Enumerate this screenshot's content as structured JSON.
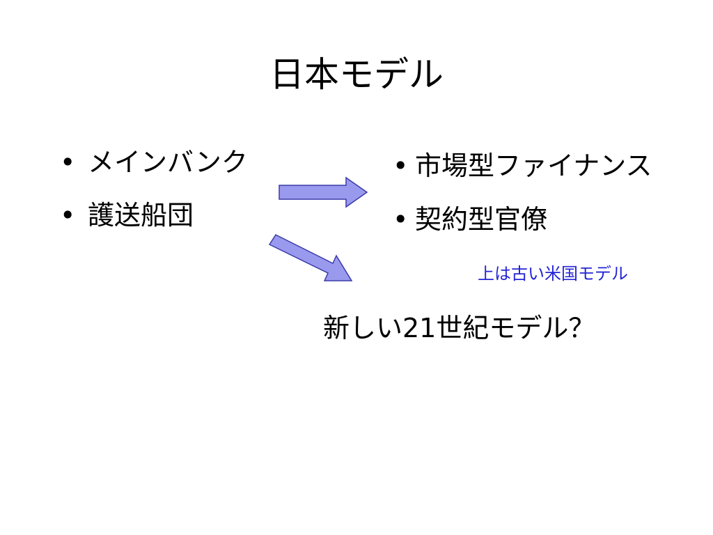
{
  "slide": {
    "title": "日本モデル",
    "bullet_glyph": "•",
    "left_bullets": [
      "メインバンク",
      "護送船団"
    ],
    "right_bullets": [
      "市場型ファイナンス",
      "契約型官僚"
    ],
    "note": "上は古い米国モデル",
    "question": "新しい21世紀モデル？",
    "colors": {
      "arrow_fill": "#9999ee",
      "arrow_stroke": "#3a3aa8",
      "note_text": "#2424d6"
    }
  }
}
